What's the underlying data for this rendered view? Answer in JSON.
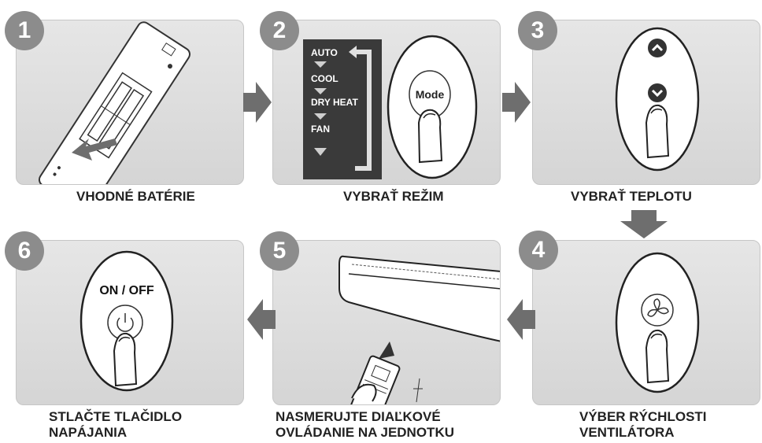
{
  "steps": [
    {
      "number": "1",
      "caption": "VHODNÉ BATÉRIE"
    },
    {
      "number": "2",
      "caption": "VYBRAŤ REŽIM"
    },
    {
      "number": "3",
      "caption": "VYBRAŤ TEPLOTU"
    },
    {
      "number": "4",
      "caption": "VÝBER RÝCHLOSTI VENTILÁTORA"
    },
    {
      "number": "5",
      "caption": "NASMERUJTE DIAĽKOVÉ OVLÁDANIE NA JEDNOTKU"
    },
    {
      "number": "6",
      "caption": "STLAČTE TLAČIDLO NAPÁJANIA"
    }
  ],
  "modes": [
    "AUTO",
    "COOL",
    "DRY HEAT",
    "FAN"
  ],
  "buttons": {
    "mode": "Mode",
    "power": "ON / OFF"
  },
  "colors": {
    "panel": "#dcdcdc",
    "badge": "#8c8c8c",
    "arrow": "#6e6e6e"
  }
}
